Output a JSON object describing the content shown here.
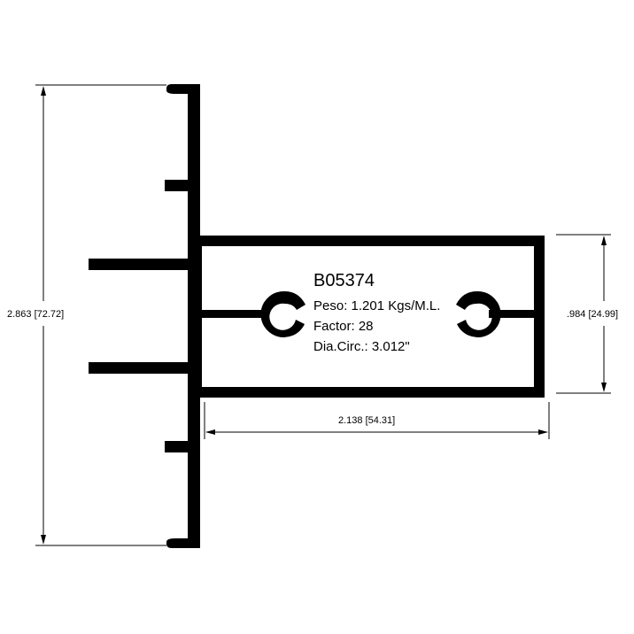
{
  "part": {
    "code": "B05374",
    "weight": "Peso: 1.201 Kgs/M.L.",
    "factor": "Factor: 28",
    "circle_diameter": "Dia.Circ.: 3.012\""
  },
  "dimensions": {
    "overall_height": "2.863 [72.72]",
    "box_height": ".984 [24.99]",
    "box_width": "2.138 [54.31]"
  },
  "colors": {
    "profile": "#000000",
    "background": "#ffffff"
  }
}
